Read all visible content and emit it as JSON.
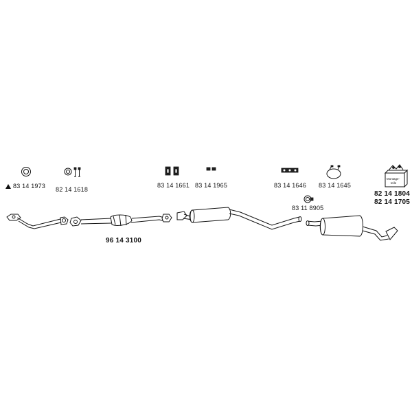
{
  "parts": {
    "p1": "83 14 1973",
    "p2": "82 14 1618",
    "p3": "83 14 1661",
    "p4": "83 14 1965",
    "p5": "83 14 1646",
    "p6": "83 14 1645",
    "p7": "83 11 8905",
    "p8": "96 14 3100",
    "kit1": "82 14 1804",
    "kit2": "82 14 1705"
  },
  "kit_box_label_line1": "Montage-",
  "kit_box_label_line2": "teile"
}
